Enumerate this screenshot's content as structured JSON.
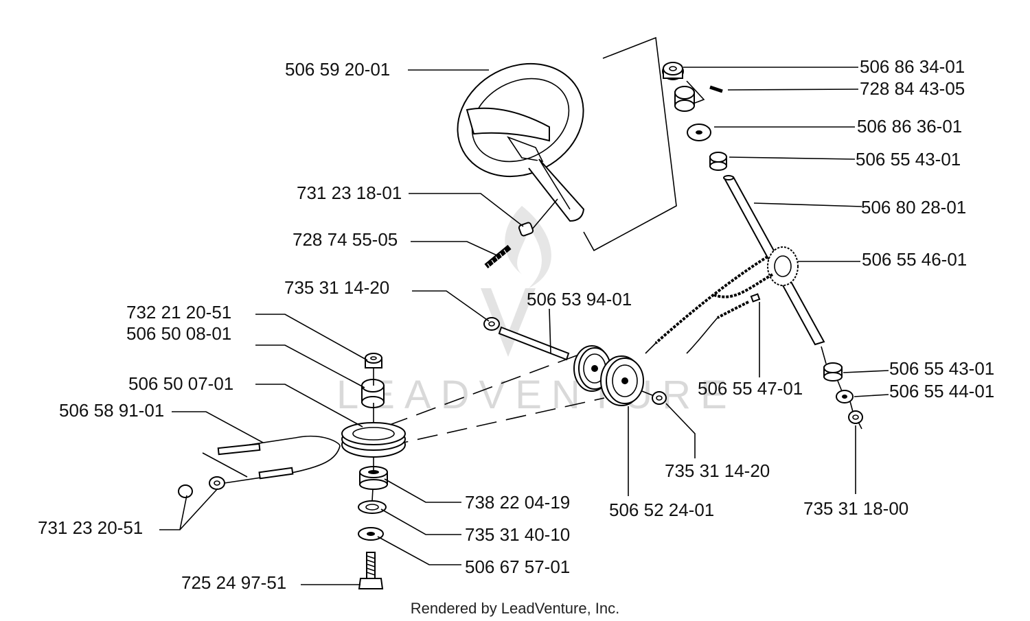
{
  "parts": [
    {
      "id": "p01",
      "number": "506 59 20-01",
      "name": "steering-wheel"
    },
    {
      "id": "p02",
      "number": "731 23 18-01",
      "name": "nut"
    },
    {
      "id": "p03",
      "number": "728 74 55-05",
      "name": "screw"
    },
    {
      "id": "p04",
      "number": "735 31 14-20",
      "name": "nut-left"
    },
    {
      "id": "p05",
      "number": "506 53 94-01",
      "name": "axle-pin"
    },
    {
      "id": "p06",
      "number": "732 21 20-51",
      "name": "top-nut"
    },
    {
      "id": "p07",
      "number": "506 50 08-01",
      "name": "bushing"
    },
    {
      "id": "p08",
      "number": "506 50 07-01",
      "name": "steering-pulley"
    },
    {
      "id": "p09",
      "number": "506 58 91-01",
      "name": "steering-cable"
    },
    {
      "id": "p10",
      "number": "731 23 20-51",
      "name": "cable-nuts"
    },
    {
      "id": "p11",
      "number": "725 24 97-51",
      "name": "bottom-bolt"
    },
    {
      "id": "p12",
      "number": "738 22 04-19",
      "name": "bearing"
    },
    {
      "id": "p13",
      "number": "735 31 40-10",
      "name": "lock-washer"
    },
    {
      "id": "p14",
      "number": "506 67 57-01",
      "name": "flat-washer"
    },
    {
      "id": "p15",
      "number": "506 86 34-01",
      "name": "top-collar"
    },
    {
      "id": "p16",
      "number": "728 84 43-05",
      "name": "set-screw"
    },
    {
      "id": "p17",
      "number": "506 86 36-01",
      "name": "spacer-washer"
    },
    {
      "id": "p18",
      "number": "506 55 43-01",
      "name": "upper-bushing"
    },
    {
      "id": "p19",
      "number": "506 80 28-01",
      "name": "steering-shaft"
    },
    {
      "id": "p20",
      "number": "506 55 46-01",
      "name": "sprocket"
    },
    {
      "id": "p21",
      "number": "506 55 47-01",
      "name": "chain-link"
    },
    {
      "id": "p22",
      "number": "506 55 43-01",
      "name": "lower-bushing"
    },
    {
      "id": "p23",
      "number": "506 55 44-01",
      "name": "lower-washer"
    },
    {
      "id": "p24",
      "number": "735 31 18-00",
      "name": "lower-nut"
    },
    {
      "id": "p25",
      "number": "735 31 14-20",
      "name": "nut-right"
    },
    {
      "id": "p26",
      "number": "506 52 24-01",
      "name": "idler-pulleys"
    }
  ],
  "watermark": "LEADVENTURE",
  "footer": "Rendered by LeadVenture, Inc."
}
